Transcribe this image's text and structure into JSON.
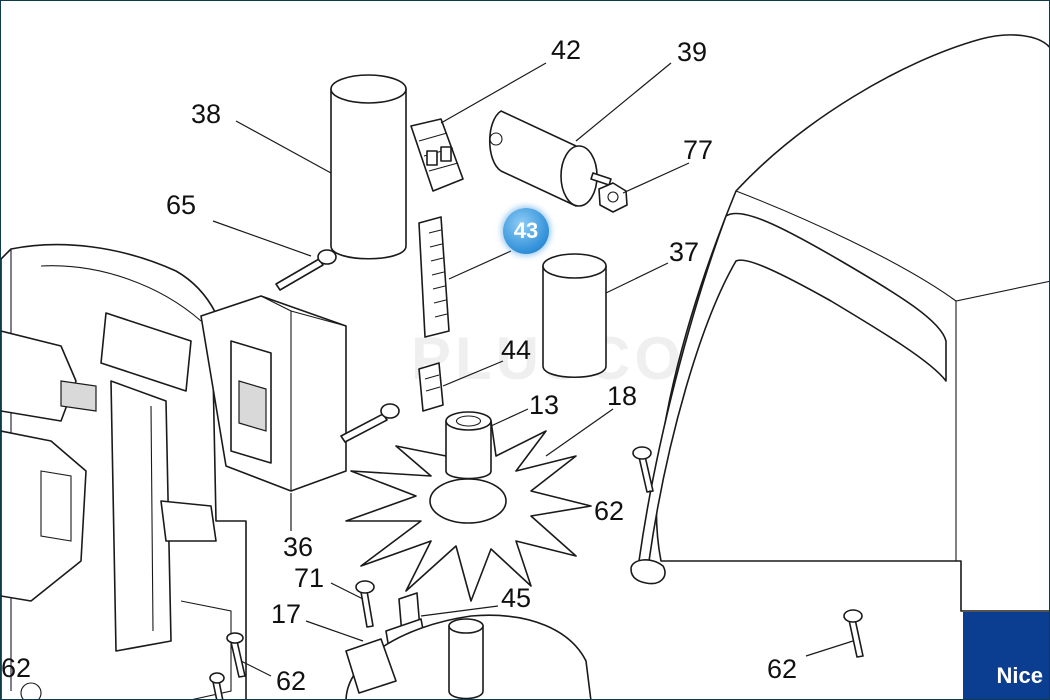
{
  "labels": {
    "l42": "42",
    "l39": "39",
    "l38": "38",
    "l77": "77",
    "l65": "65",
    "l43": "43",
    "l37": "37",
    "l44": "44",
    "l13": "13",
    "l18": "18",
    "l62a": "62",
    "l36": "36",
    "l71": "71",
    "l45": "45",
    "l17": "17",
    "l62b": "62",
    "l62c": "62",
    "l62d": "62"
  },
  "highlight": "43",
  "watermark": "PLUSCOM",
  "brand": "Nice"
}
